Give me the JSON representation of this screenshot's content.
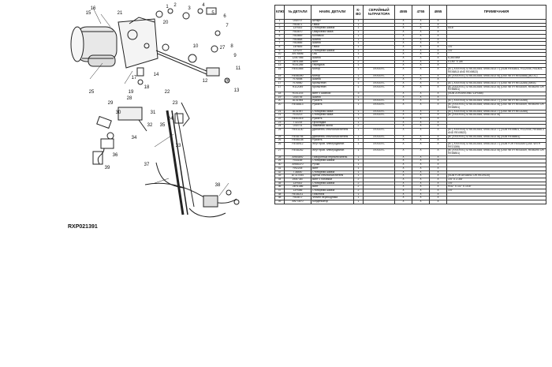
{
  "diagram": {
    "code": "RXP021391",
    "callouts": [
      "1",
      "2",
      "3",
      "4",
      "5",
      "6",
      "7",
      "8",
      "9",
      "10",
      "11",
      "12",
      "13",
      "14",
      "15",
      "16",
      "17",
      "18",
      "19",
      "20",
      "21",
      "22",
      "23",
      "24",
      "25",
      "26",
      "27",
      "28",
      "29",
      "30",
      "31",
      "32",
      "33",
      "34",
      "35",
      "36",
      "37",
      "38",
      "39"
    ]
  },
  "table": {
    "headers": [
      "КЛЮЧ",
      "№ ДЕТАЛИ",
      "НАИМ. ДЕТАЛИ",
      "К-ВО",
      "СЕРИЙНЫЙ №ТРАКТОРА",
      "4555",
      "4755",
      "4955",
      "ПРИМЕЧАНИЯ"
    ],
    "rows": [
      [
        "1",
        "U40707",
        "Штифт",
        "1",
        "",
        "X",
        "X",
        "X",
        ""
      ],
      [
        "2",
        "R63671",
        "Гайка",
        "1",
        "",
        "X",
        "X",
        "X",
        ""
      ],
      [
        "3",
        "12H302",
        "Стопорная шайба",
        "1",
        "",
        "X",
        "X",
        "X",
        "5/16\""
      ],
      [
        "4",
        "R63670",
        "Сварочная гайка",
        "1",
        "",
        "X",
        "X",
        "X",
        ""
      ],
      [
        "5",
        "R63669",
        "Колпачок",
        "1",
        "",
        "X",
        "X",
        "X",
        ""
      ],
      [
        "6",
        "R63668",
        "Шайба",
        "1",
        "",
        "X",
        "X",
        "X",
        ""
      ],
      [
        "7",
        "R63666",
        "Шайба",
        "1",
        "",
        "X",
        "X",
        "X",
        ""
      ],
      [
        "8",
        "14H645",
        "Гайка",
        "1",
        "",
        "X",
        "X",
        "X",
        "1/4\""
      ],
      [
        "9",
        "12H297",
        "Стопорная шайба",
        "1",
        "",
        "X",
        "X",
        "X",
        "1/4\""
      ],
      [
        "10",
        "AR76696",
        "Ось",
        "1",
        "",
        "X",
        "X",
        "X",
        ""
      ],
      [
        "11",
        "12M7066",
        "Шайба",
        "1",
        "",
        "X",
        "X",
        "X",
        "5,300 MM"
      ],
      [
        "12",
        "24H1358",
        "Винт",
        "2",
        "",
        "X",
        "X",
        "X",
        "0.190\" X 3/8\""
      ],
      [
        "13",
        "R101285",
        "Передача",
        "1",
        "",
        "X",
        "X",
        "X",
        ""
      ],
      [
        "15",
        "RE51565",
        "Мотор",
        "1",
        "XXXXXX-",
        "X",
        "X",
        "X",
        "(A: (-XXXXXX) 4755-010344; 4955-010277) (SUB RE53831, R112045, R41801, RE46813 AND RE49822)"
      ],
      [
        "15",
        "RE56390",
        "Мотор",
        "1",
        "XXXXXX-",
        "X",
        "X",
        "X",
        "(B: (XXXXXX-) 4755-010345; 4955-010278) (USE WITH RE52888) (BLOC)"
      ],
      [
        "16",
        "R76498",
        "Шайба",
        "3",
        "",
        "X",
        "X",
        "X",
        ""
      ],
      [
        "17",
        "R76950",
        "Кронштейн",
        "1",
        "XXXXXX-",
        "X",
        "X",
        "X",
        "(A: (-XXXXXX) 4755-010344; 4955-010277) (USE WITH RE13285) (MEA)"
      ],
      [
        "17",
        "R112049",
        "Кронштейн",
        "1",
        "XXXXXX-",
        "X",
        "X",
        "X",
        "(B: (XXXXXX-) 4755-010345; 4955-010278) (USE WITH RE53449, RE56390 OR RE58851)"
      ],
      [
        "18",
        "R101203",
        "Винт с шайбой",
        "3",
        "",
        "X",
        "X",
        "X",
        "(SUB 21H1490 AND 12H358)"
      ],
      [
        "19",
        "U40706",
        "Шайба",
        "1",
        "",
        "X",
        "X",
        "X",
        ""
      ],
      [
        "20",
        "AL41954",
        "Рукоять",
        "1",
        "XXXXXX-",
        "X",
        "X",
        "X",
        "(A: (-XXXXXX) 4755-010344; 4955-010277) (USE WITH RE13285)"
      ],
      [
        "20",
        "RE48813",
        "Рукоять",
        "1",
        "XXXXXX-",
        "X",
        "X",
        "X",
        "(B: (XXXXXX-) 4755-010345; 4955-010278) (USE WITH RE53449, RE56390 OR RE58851)"
      ],
      [
        "21",
        "AL41957",
        "Стопорная гайка",
        "1",
        "XXXXXX-",
        "X",
        "X",
        "X",
        "(A: (-XXXXXX) 4755-010344; 4955-010277) (USE WITH RE13285)"
      ],
      [
        "21",
        "R10213",
        "Стопорная гайка",
        "1",
        "XXXXXX-",
        "X",
        "X",
        "X",
        "(B: (XXXXXX-) 4755-010345; 4955-010278)"
      ],
      [
        "22",
        "RE51015",
        "Рукоять",
        "1",
        "",
        "X",
        "X",
        "X",
        ""
      ],
      [
        "23",
        "T32215",
        "Прокладка",
        "1",
        "",
        "X",
        "X",
        "X",
        ""
      ],
      [
        "24",
        "U40701",
        "Зажимная скоба",
        "2",
        "",
        "X",
        "X",
        "X",
        ""
      ],
      [
        "25",
        "RE51130",
        "Двигатель стеклоочистителя",
        "1",
        "XXXXXX-",
        "X",
        "X",
        "X",
        "(A: (-XXXXXX) 4755-010344; 4955-010277) (SUB RE49801, R112045, RE46813 AND RE49822)"
      ],
      [
        "25",
        "RE48794",
        "Двигатель стеклоочистителя",
        "1",
        "XXXXXX-",
        "X",
        "X",
        "X",
        "(B: (XXXXXX-) 4755-010345; 4955-010278) (SUB RE58851)"
      ],
      [
        "26",
        "RE56108",
        "Рукоять",
        "1",
        "",
        "X",
        "X",
        "X",
        ""
      ],
      [
        "26",
        "RE48912",
        "Жгут пров. электродвигат.",
        "1",
        "XXXXXX-",
        "X",
        "X",
        "X",
        "(A: (-XXXXXX) 4755-010344; 4955-010277) (SUB FOR RE53449 (USE WITH RE13285)"
      ],
      [
        "27",
        "RE48262",
        "Жгут пров. электродвигат.",
        "1",
        "XXXXXX-",
        "X",
        "X",
        "X",
        "(B: (XXXXXX-) 4755-010345; 4955-010278) (USE WITH RE53449, RE56390 OR RE58851)"
      ],
      [
        "28",
        "AR64892",
        "Поворотный переключатель",
        "1",
        "",
        "X",
        "X",
        "X",
        ""
      ],
      [
        "29",
        "R44165",
        "Стопорная шайба",
        "1",
        "",
        "X",
        "X",
        "X",
        ""
      ],
      [
        "30",
        "AR66370",
        "Ручка",
        "1",
        "",
        "X",
        "X",
        "X",
        ""
      ],
      [
        "31",
        "R92205",
        "Винт",
        "1",
        "",
        "X",
        "X",
        "X",
        ""
      ],
      [
        "32",
        "T38440",
        "Стопорная шайба",
        "1",
        "",
        "X",
        "X",
        "X",
        ""
      ],
      [
        "33",
        "AT117054",
        "Щётка стеклоочистителя",
        "1",
        "",
        "X",
        "X",
        "X",
        "(SUB FOR AR34892 OR RE29110)"
      ],
      [
        "34",
        "19M7387",
        "Винт с головкой",
        "2",
        "",
        "X",
        "X",
        "X",
        "1/4\" X 2-3/8\""
      ],
      [
        "35",
        "12H302",
        "Стопорная шайба",
        "2",
        "",
        "X",
        "X",
        "X",
        "1/4\""
      ],
      [
        "36",
        "24H1386",
        "Винт",
        "2",
        "",
        "X",
        "X",
        "X",
        "9/32\" X 1/2\" X 1/16\""
      ],
      [
        "37",
        "12H356",
        "Стопорная шайба",
        "2",
        "",
        "X",
        "X",
        "X",
        "1/4\""
      ],
      [
        "38",
        "RE38211",
        "Пластина",
        "1",
        "",
        "X",
        "X",
        "X",
        ""
      ],
      [
        "38",
        "R63672",
        "Фитинг переходника",
        "1",
        "",
        "X",
        "X",
        "X",
        ""
      ],
      [
        "39",
        "AN71870",
        "Конденсатор",
        "1",
        "",
        "X",
        "X",
        "X",
        ""
      ]
    ]
  }
}
